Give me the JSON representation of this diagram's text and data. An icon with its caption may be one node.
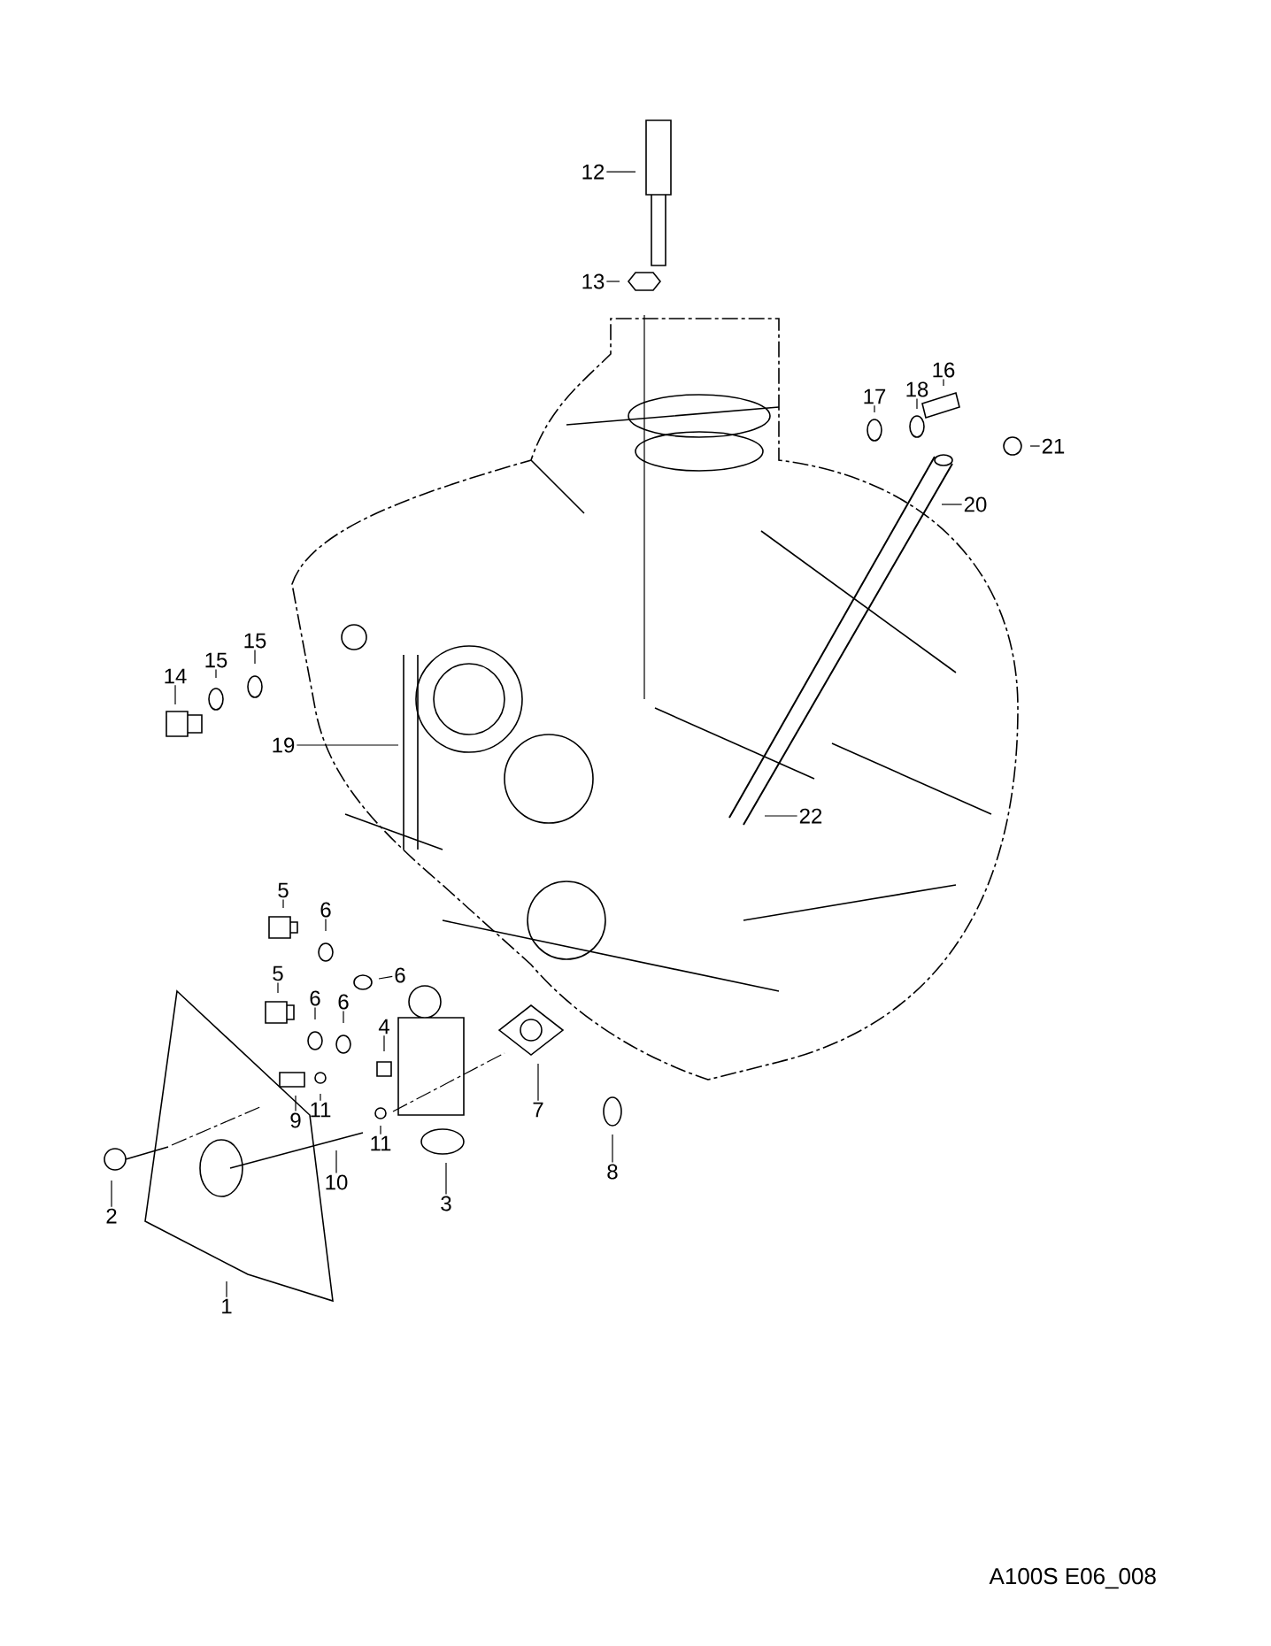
{
  "diagram": {
    "nodes": [
      {
        "text": [
          "1"
        ]
      },
      {
        "text": [
          "2"
        ]
      },
      {
        "text": [
          "3"
        ]
      },
      {
        "text": [
          "4"
        ]
      },
      {
        "text": [
          "5"
        ]
      },
      {
        "text": [
          "5"
        ]
      },
      {
        "text": [
          "6"
        ]
      },
      {
        "text": [
          "6"
        ]
      },
      {
        "text": [
          "6"
        ]
      },
      {
        "text": [
          "6"
        ]
      },
      {
        "text": [
          "7"
        ]
      },
      {
        "text": [
          "8"
        ]
      },
      {
        "text": [
          "9"
        ]
      },
      {
        "text": [
          "10"
        ]
      },
      {
        "text": [
          "11"
        ]
      },
      {
        "text": [
          "11"
        ]
      },
      {
        "text": [
          "12"
        ]
      },
      {
        "text": [
          "13"
        ]
      },
      {
        "text": [
          "14"
        ]
      },
      {
        "text": [
          "15"
        ]
      },
      {
        "text": [
          "15"
        ]
      },
      {
        "text": [
          "16"
        ]
      },
      {
        "text": [
          "17"
        ]
      },
      {
        "text": [
          "18"
        ]
      },
      {
        "text": [
          "19"
        ]
      },
      {
        "text": [
          "20"
        ]
      },
      {
        "text": [
          "21"
        ]
      },
      {
        "text": [
          "22"
        ]
      }
    ],
    "edges": [
      {
        "from": 0,
        "to": null,
        "arrow": "none"
      },
      {
        "from": 1,
        "to": null,
        "arrow": "none"
      },
      {
        "from": 2,
        "to": null,
        "arrow": "none"
      },
      {
        "from": 3,
        "to": null,
        "arrow": "none"
      },
      {
        "from": 4,
        "to": null,
        "arrow": "none"
      },
      {
        "from": 5,
        "to": null,
        "arrow": "none"
      },
      {
        "from": 6,
        "to": null,
        "arrow": "none"
      },
      {
        "from": 7,
        "to": null,
        "arrow": "none"
      },
      {
        "from": 8,
        "to": null,
        "arrow": "none"
      },
      {
        "from": 9,
        "to": null,
        "arrow": "none"
      },
      {
        "from": 10,
        "to": null,
        "arrow": "none"
      },
      {
        "from": 11,
        "to": null,
        "arrow": "none"
      },
      {
        "from": 12,
        "to": null,
        "arrow": "none"
      },
      {
        "from": 13,
        "to": null,
        "arrow": "none"
      },
      {
        "from": 14,
        "to": null,
        "arrow": "none"
      },
      {
        "from": 15,
        "to": null,
        "arrow": "none"
      },
      {
        "from": 16,
        "to": null,
        "arrow": "none"
      },
      {
        "from": 17,
        "to": null,
        "arrow": "none"
      },
      {
        "from": 18,
        "to": null,
        "arrow": "none"
      },
      {
        "from": 19,
        "to": null,
        "arrow": "none"
      },
      {
        "from": 20,
        "to": null,
        "arrow": "none"
      },
      {
        "from": 21,
        "to": null,
        "arrow": "none"
      },
      {
        "from": 22,
        "to": null,
        "arrow": "none"
      },
      {
        "from": 23,
        "to": null,
        "arrow": "none"
      },
      {
        "from": 24,
        "to": null,
        "arrow": "none"
      },
      {
        "from": 25,
        "to": null,
        "arrow": "none"
      },
      {
        "from": 26,
        "to": null,
        "arrow": "none"
      },
      {
        "from": 27,
        "to": null,
        "arrow": "none"
      }
    ],
    "labels": [
      "A100S E06_008"
    ]
  }
}
